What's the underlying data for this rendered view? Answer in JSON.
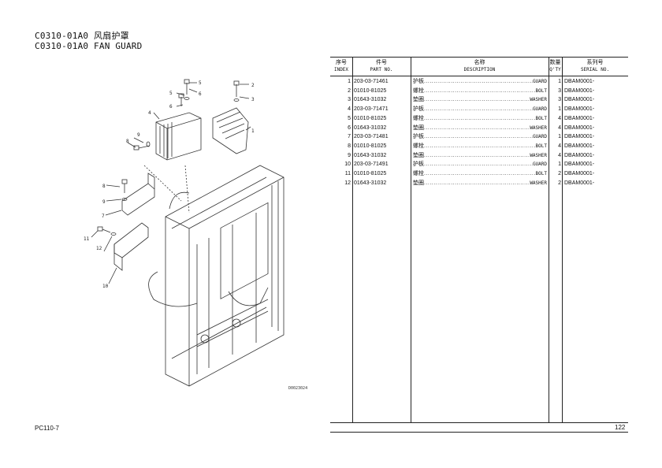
{
  "title": {
    "line1": "C0310-01A0 风扇护罩",
    "line2": "C0310-01A0 FAN GUARD"
  },
  "table": {
    "headers": {
      "index_cn": "序号",
      "index_en": "INDEX",
      "part_cn": "件号",
      "part_en": "PART NO.",
      "desc_cn": "名称",
      "desc_en": "DESCRIPTION",
      "qty_cn": "数量",
      "qty_en": "Q'TY",
      "serial_cn": "系列号",
      "serial_en": "SERIAL NO."
    },
    "rows": [
      {
        "index": "1",
        "part": "203-03-71461",
        "desc_cn": "护板",
        "desc_en": "GUARD",
        "qty": "1",
        "serial": "DBAM0001-"
      },
      {
        "index": "2",
        "part": "01010-81025",
        "desc_cn": "螺栓",
        "desc_en": "BOLT",
        "qty": "3",
        "serial": "DBAM0001-"
      },
      {
        "index": "3",
        "part": "01643-31032",
        "desc_cn": "垫圈",
        "desc_en": "WASHER",
        "qty": "3",
        "serial": "DBAM0001-"
      },
      {
        "index": "4",
        "part": "203-03-71471",
        "desc_cn": "护板",
        "desc_en": "GUARD",
        "qty": "1",
        "serial": "DBAM0001-"
      },
      {
        "index": "5",
        "part": "01010-81025",
        "desc_cn": "螺栓",
        "desc_en": "BOLT",
        "qty": "4",
        "serial": "DBAM0001-"
      },
      {
        "index": "6",
        "part": "01643-31032",
        "desc_cn": "垫圈",
        "desc_en": "WASHER",
        "qty": "4",
        "serial": "DBAM0001-"
      },
      {
        "index": "7",
        "part": "203-03-71481",
        "desc_cn": "护板",
        "desc_en": "GUARD",
        "qty": "1",
        "serial": "DBAM0001-"
      },
      {
        "index": "8",
        "part": "01010-81025",
        "desc_cn": "螺栓",
        "desc_en": "BOLT",
        "qty": "4",
        "serial": "DBAM0001-"
      },
      {
        "index": "9",
        "part": "01643-31032",
        "desc_cn": "垫圈",
        "desc_en": "WASHER",
        "qty": "4",
        "serial": "DBAM0001-"
      },
      {
        "index": "10",
        "part": "203-03-71491",
        "desc_cn": "护板",
        "desc_en": "GUARD",
        "qty": "1",
        "serial": "DBAM0001-"
      },
      {
        "index": "11",
        "part": "01010-81025",
        "desc_cn": "螺栓",
        "desc_en": "BOLT",
        "qty": "2",
        "serial": "DBAM0001-"
      },
      {
        "index": "12",
        "part": "01643-31032",
        "desc_cn": "垫圈",
        "desc_en": "WASHER",
        "qty": "2",
        "serial": "DBAM0001-"
      }
    ]
  },
  "diagram": {
    "callouts": [
      "1",
      "2",
      "3",
      "4",
      "5",
      "6",
      "7",
      "8",
      "9",
      "5",
      "6",
      "8",
      "9",
      "11",
      "12",
      "10"
    ],
    "drawing_code": "D0023024"
  },
  "footer": {
    "model": "PC110-7",
    "page": "122"
  }
}
